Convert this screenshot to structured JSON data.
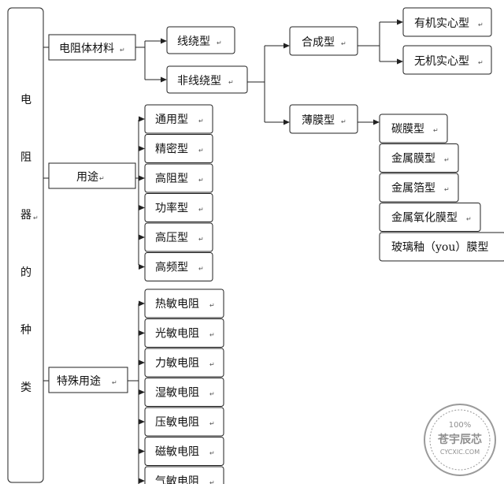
{
  "root": "电阻器的种类",
  "root_mark": "↵",
  "l1": {
    "material": "电阻体材料",
    "usage": "用途",
    "special": "特殊用途"
  },
  "material_types": {
    "wire": "线绕型",
    "nonwire": "非线绕型",
    "composite": "合成型",
    "film": "薄膜型",
    "organic": "有机实心型",
    "inorganic": "无机实心型",
    "film_items": [
      "碳膜型",
      "金属膜型",
      "金属箔型",
      "金属氧化膜型",
      "玻璃釉（you）膜型"
    ]
  },
  "usage_types": [
    "通用型",
    "精密型",
    "高阻型",
    "功率型",
    "高压型",
    "高频型"
  ],
  "special_types": [
    "热敏电阻",
    "光敏电阻",
    "力敏电阻",
    "湿敏电阻",
    "压敏电阻",
    "磁敏电阻",
    "气敏电阻"
  ],
  "para_mark": "↵",
  "watermark": {
    "top": "100%",
    "name": "苍宇辰芯",
    "domain": "CYCXIC.COM"
  }
}
